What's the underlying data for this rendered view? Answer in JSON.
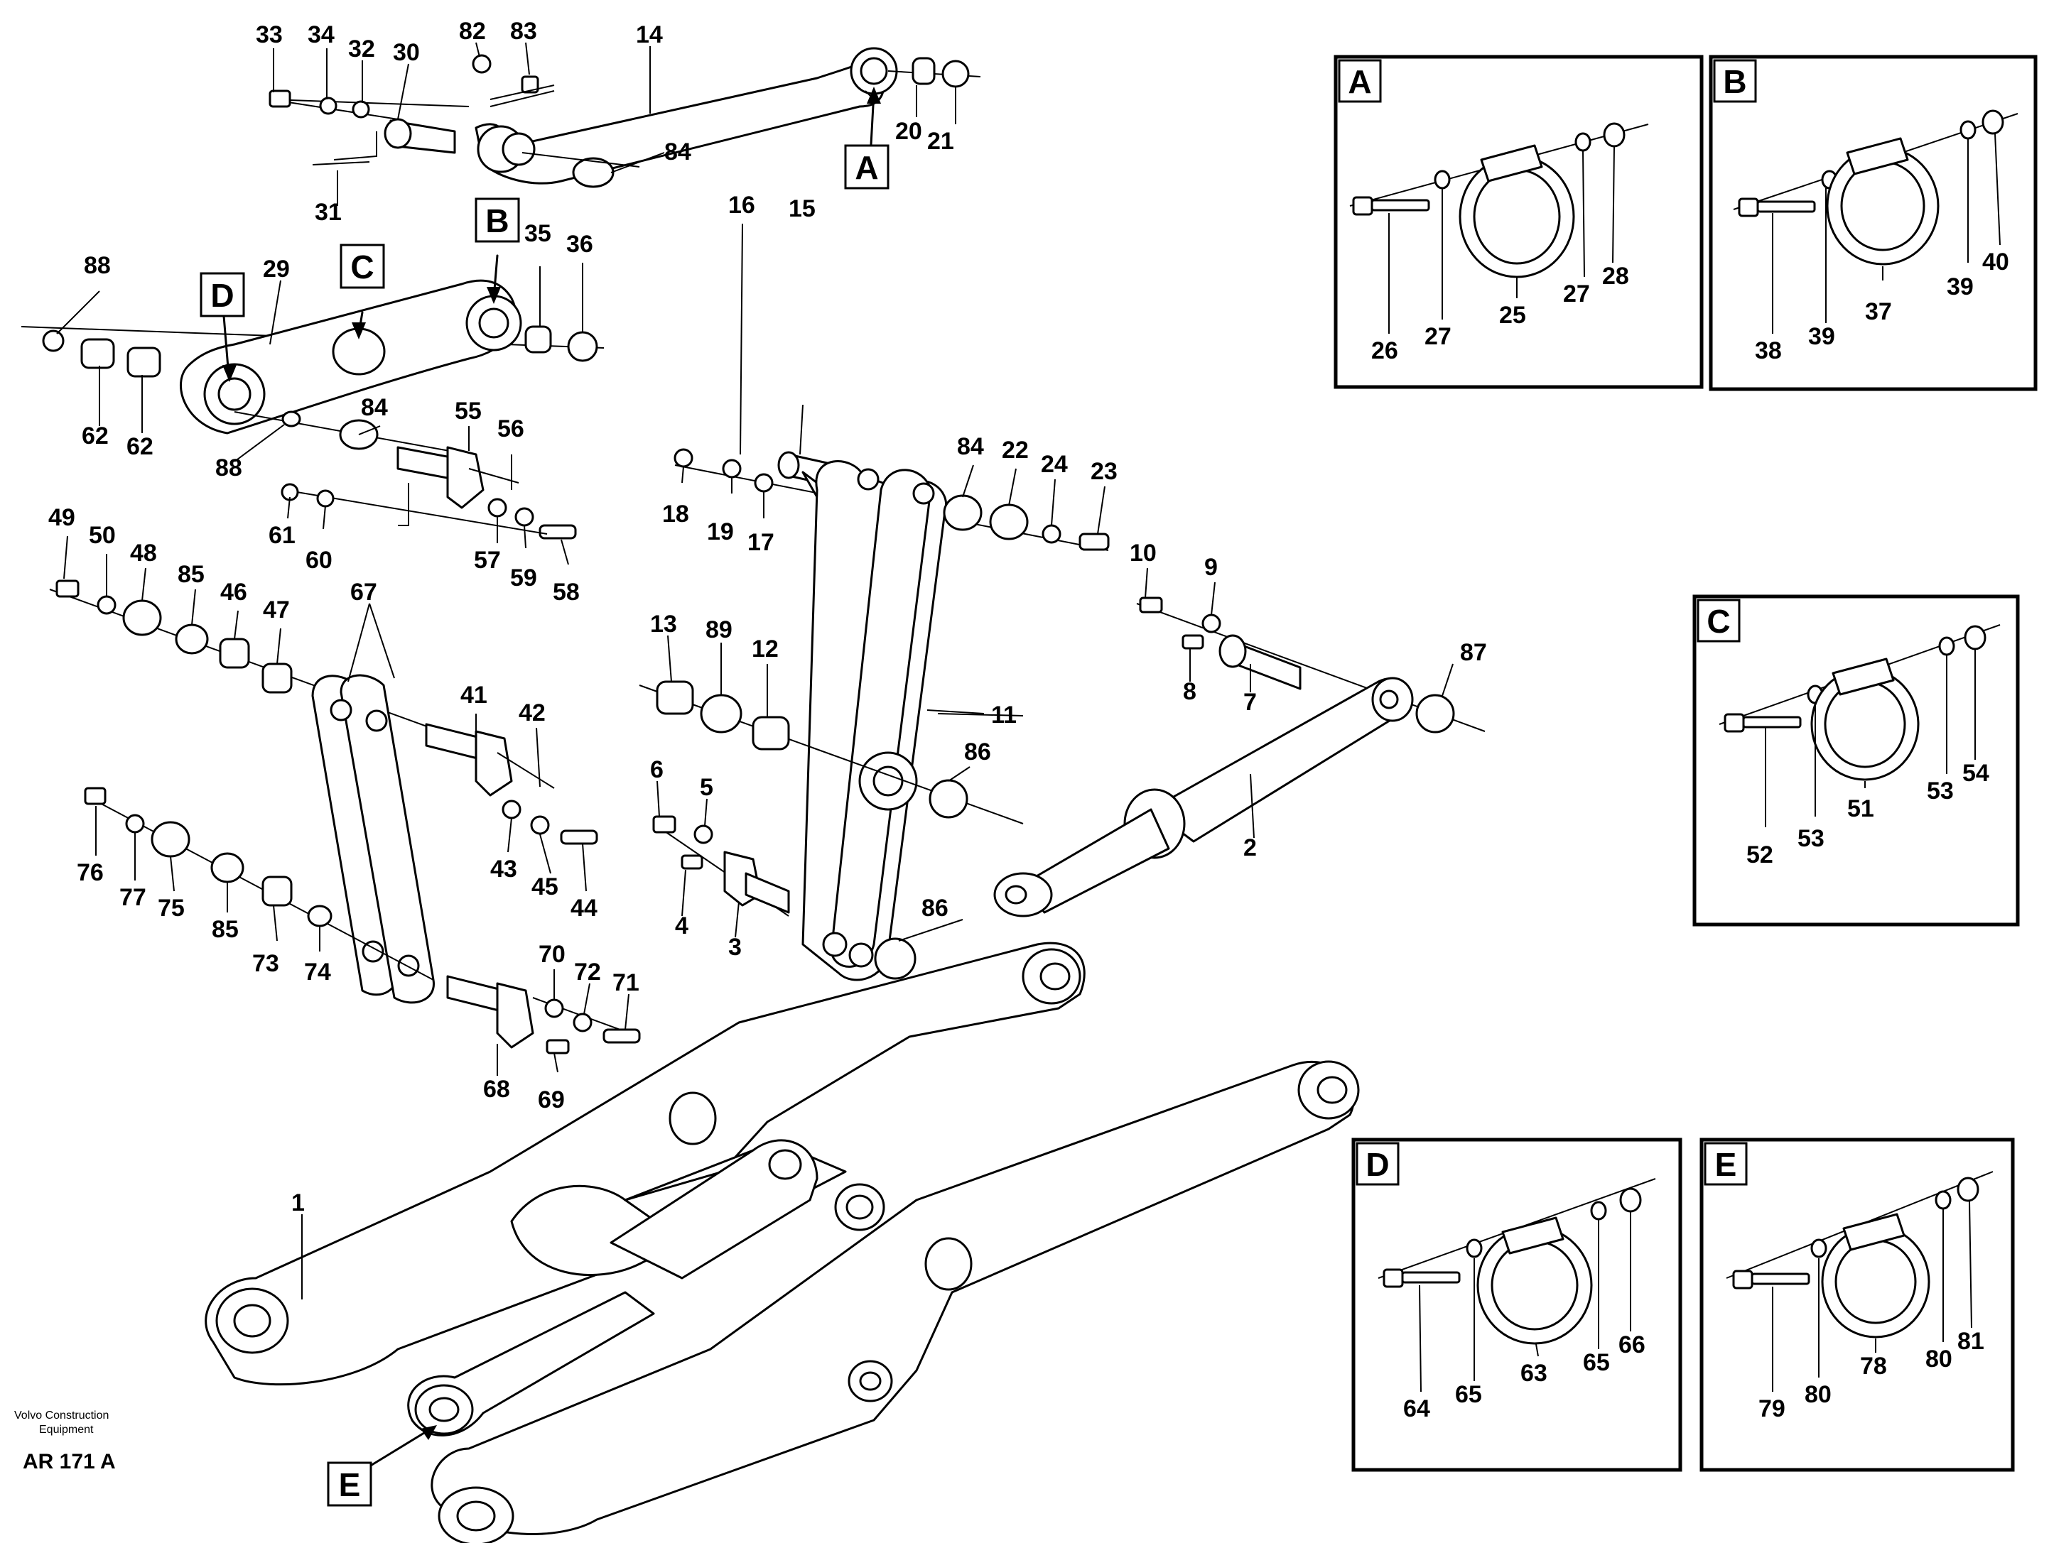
{
  "diagram": {
    "detail_labels": [
      "A",
      "B",
      "C",
      "D",
      "E"
    ],
    "callouts": [
      "1",
      "2",
      "3",
      "4",
      "5",
      "6",
      "7",
      "8",
      "9",
      "10",
      "11",
      "12",
      "13",
      "14",
      "15",
      "16",
      "17",
      "18",
      "19",
      "20",
      "21",
      "22",
      "23",
      "24",
      "25",
      "26",
      "27",
      "28",
      "29",
      "30",
      "31",
      "32",
      "33",
      "34",
      "35",
      "36",
      "37",
      "38",
      "39",
      "40",
      "41",
      "42",
      "43",
      "44",
      "45",
      "46",
      "47",
      "48",
      "49",
      "50",
      "51",
      "52",
      "53",
      "54",
      "55",
      "56",
      "57",
      "58",
      "59",
      "60",
      "61",
      "62",
      "63",
      "64",
      "65",
      "66",
      "67",
      "68",
      "69",
      "70",
      "71",
      "72",
      "73",
      "74",
      "75",
      "76",
      "77",
      "78",
      "79",
      "80",
      "81",
      "82",
      "83",
      "84",
      "85",
      "86",
      "87",
      "88",
      "89"
    ]
  },
  "details": {
    "A": {
      "label": "A",
      "numbers": [
        "26",
        "27",
        "25",
        "27",
        "28"
      ]
    },
    "B": {
      "label": "B",
      "numbers": [
        "38",
        "39",
        "37",
        "39",
        "40"
      ]
    },
    "C": {
      "label": "C",
      "numbers": [
        "52",
        "53",
        "51",
        "53",
        "54"
      ]
    },
    "D": {
      "label": "D",
      "numbers": [
        "64",
        "65",
        "63",
        "65",
        "66"
      ]
    },
    "E": {
      "label": "E",
      "numbers": [
        "79",
        "80",
        "78",
        "80",
        "81"
      ]
    }
  },
  "footer": {
    "company_line1": "Volvo Construction",
    "company_line2": "Equipment",
    "drawing_code": "AR 171 A"
  }
}
